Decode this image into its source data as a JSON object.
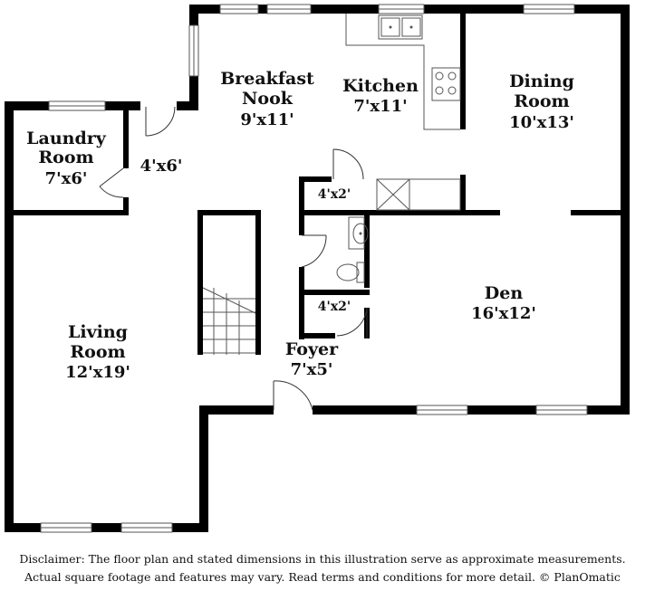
{
  "rooms": {
    "breakfast": {
      "name1": "Breakfast",
      "name2": "Nook",
      "dim": "9'x11'"
    },
    "kitchen": {
      "name": "Kitchen",
      "dim": "7'x11'"
    },
    "dining": {
      "name1": "Dining",
      "name2": "Room",
      "dim": "10'x13'"
    },
    "laundry": {
      "name1": "Laundry",
      "name2": "Room",
      "dim": "7'x6'"
    },
    "hall": {
      "dim": "4'x6'"
    },
    "closet_top": {
      "dim": "4'x2'"
    },
    "closet_bottom": {
      "dim": "4'x2'"
    },
    "living": {
      "name1": "Living",
      "name2": "Room",
      "dim": "12'x19'"
    },
    "den": {
      "name": "Den",
      "dim": "16'x12'"
    },
    "foyer": {
      "name": "Foyer",
      "dim": "7'x5'"
    }
  },
  "disclaimer": {
    "line1": "Disclaimer: The floor plan and stated dimensions in this illustration serve as approximate measurements.",
    "line2": "Actual square footage and features may vary. Read terms and conditions for more detail. © PlanOmatic"
  }
}
